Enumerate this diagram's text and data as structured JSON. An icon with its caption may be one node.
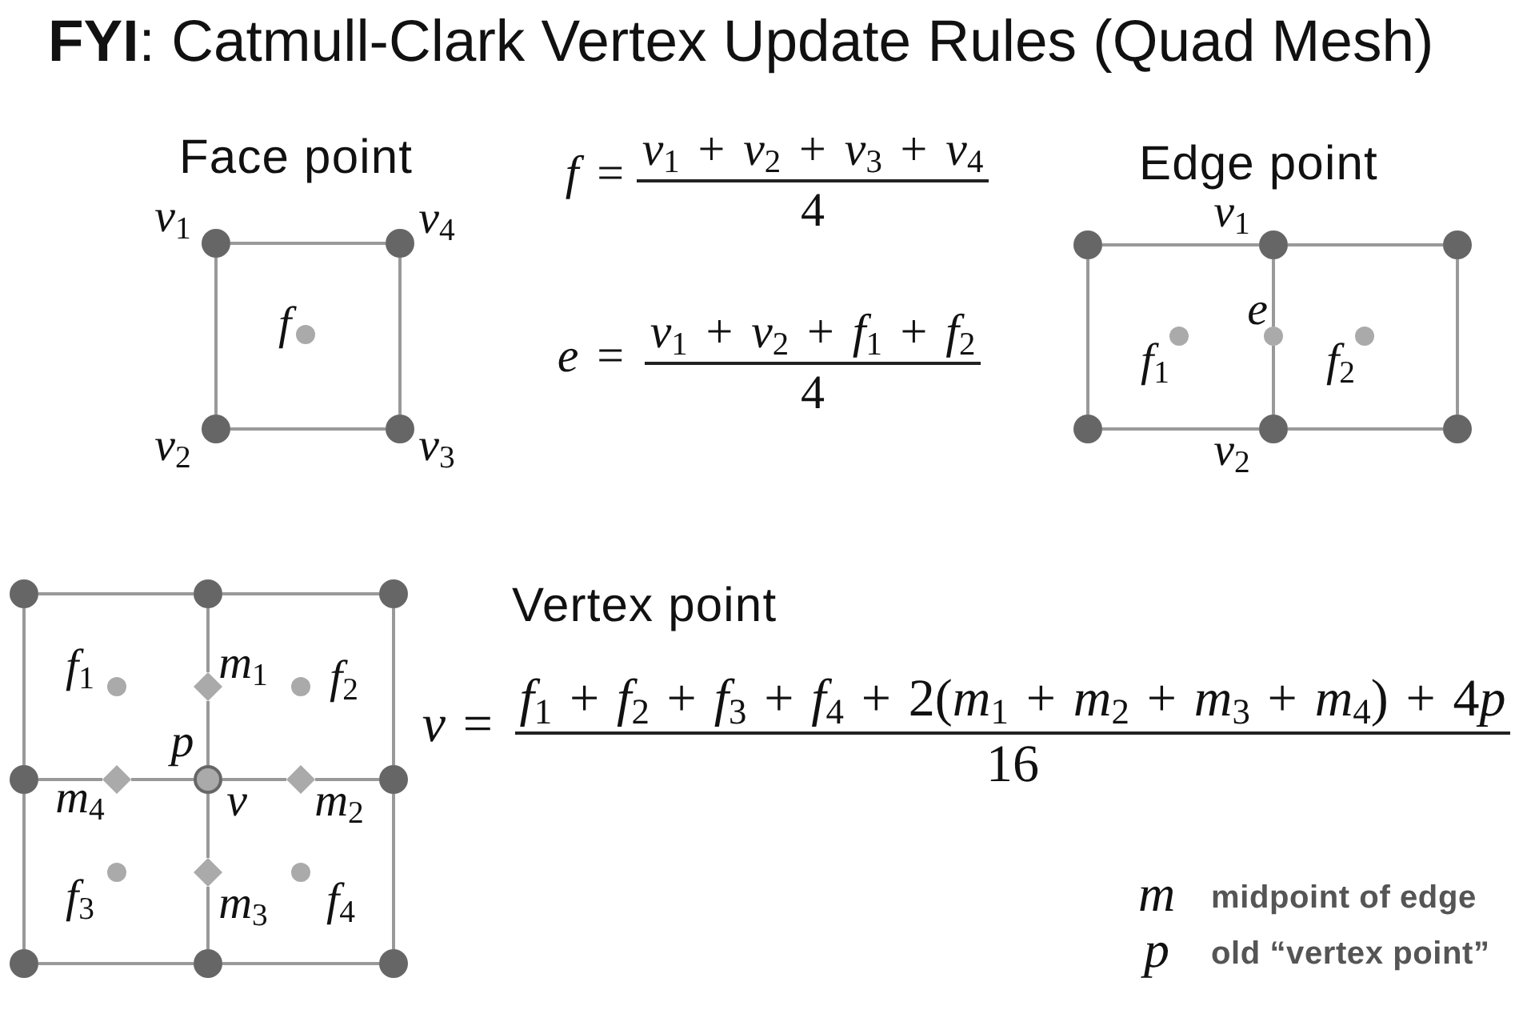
{
  "diagram": {
    "title": "**FYI**: Catmull-Clark Vertex Update Rules (Quad Mesh)",
    "nodes": [
      {
        "text": [],
        "shape": "circle",
        "beside": [
          "v$_{1}$"
        ]
      },
      {
        "text": [],
        "shape": "circle",
        "beside": [
          "v$_{4}$"
        ]
      },
      {
        "text": [],
        "shape": "circle",
        "beside": [
          "f"
        ]
      },
      {
        "text": [],
        "shape": "circle",
        "beside": [
          "v$_{2}$"
        ]
      },
      {
        "text": [],
        "shape": "circle",
        "beside": [
          "v$_{3}$"
        ]
      },
      {
        "text": [],
        "shape": "circle"
      },
      {
        "text": [],
        "shape": "circle",
        "beside": [
          "v$_{1}$"
        ]
      },
      {
        "text": [],
        "shape": "circle"
      },
      {
        "text": [],
        "shape": "circle",
        "beside": [
          "f$_{1}$"
        ]
      },
      {
        "text": [],
        "shape": "circle",
        "beside": [
          "e"
        ]
      },
      {
        "text": [],
        "shape": "circle",
        "beside": [
          "f$_{2}$"
        ]
      },
      {
        "text": [],
        "shape": "circle"
      },
      {
        "text": [],
        "shape": "circle",
        "beside": [
          "v$_{2}$"
        ]
      },
      {
        "text": [],
        "shape": "circle"
      },
      {
        "text": [],
        "shape": "circle"
      },
      {
        "text": [],
        "shape": "circle"
      },
      {
        "text": [],
        "shape": "circle"
      },
      {
        "text": [],
        "shape": "circle",
        "beside": [
          "f$_{1}$"
        ]
      },
      {
        "text": [],
        "shape": "diamond",
        "beside": [
          "m$_{1}$"
        ]
      },
      {
        "text": [],
        "shape": "circle",
        "beside": [
          "f$_{2}$"
        ]
      },
      {
        "text": [],
        "shape": "circle"
      },
      {
        "text": [],
        "shape": "diamond",
        "beside": [
          "m$_{4}$"
        ]
      },
      {
        "text": [],
        "shape": "circle",
        "beside": [
          "p",
          "v"
        ]
      },
      {
        "text": [],
        "shape": "diamond",
        "beside": [
          "m$_{2}$"
        ]
      },
      {
        "text": [],
        "shape": "circle"
      },
      {
        "text": [],
        "shape": "circle",
        "beside": [
          "f$_{3}$"
        ]
      },
      {
        "text": [],
        "shape": "diamond",
        "beside": [
          "m$_{3}$"
        ]
      },
      {
        "text": [],
        "shape": "circle",
        "beside": [
          "f$_{4}$"
        ]
      },
      {
        "text": [],
        "shape": "circle"
      },
      {
        "text": [],
        "shape": "circle"
      },
      {
        "text": [],
        "shape": "circle"
      }
    ],
    "edges": [
      {
        "from": 0,
        "to": 1,
        "arrow": "none"
      },
      {
        "from": 1,
        "to": 4,
        "arrow": "none"
      },
      {
        "from": 3,
        "to": 4,
        "arrow": "none"
      },
      {
        "from": 0,
        "to": 3,
        "arrow": "none"
      },
      {
        "from": 5,
        "to": 6,
        "arrow": "none"
      },
      {
        "from": 6,
        "to": 7,
        "arrow": "none"
      },
      {
        "from": 11,
        "to": 12,
        "arrow": "none"
      },
      {
        "from": 12,
        "to": 13,
        "arrow": "none"
      },
      {
        "from": 5,
        "to": 11,
        "arrow": "none"
      },
      {
        "from": 6,
        "to": 9,
        "arrow": "none"
      },
      {
        "from": 9,
        "to": 12,
        "arrow": "none"
      },
      {
        "from": 7,
        "to": 13,
        "arrow": "none"
      },
      {
        "from": 14,
        "to": 15,
        "arrow": "none"
      },
      {
        "from": 15,
        "to": 16,
        "arrow": "none"
      },
      {
        "from": 28,
        "to": 29,
        "arrow": "none"
      },
      {
        "from": 29,
        "to": 30,
        "arrow": "none"
      },
      {
        "from": 14,
        "to": 20,
        "arrow": "none"
      },
      {
        "from": 20,
        "to": 28,
        "arrow": "none"
      },
      {
        "from": 16,
        "to": 24,
        "arrow": "none"
      },
      {
        "from": 24,
        "to": 30,
        "arrow": "none"
      },
      {
        "from": 15,
        "to": 18,
        "arrow": "none"
      },
      {
        "from": 18,
        "to": 22,
        "arrow": "none"
      },
      {
        "from": 22,
        "to": 26,
        "arrow": "none"
      },
      {
        "from": 26,
        "to": 29,
        "arrow": "none"
      },
      {
        "from": 20,
        "to": 21,
        "arrow": "none"
      },
      {
        "from": 21,
        "to": 22,
        "arrow": "none"
      },
      {
        "from": 22,
        "to": 23,
        "arrow": "none"
      },
      {
        "from": 23,
        "to": 24,
        "arrow": "none"
      }
    ],
    "labels": [
      "Face point",
      "f =",
      "v$_{1}$ + v$_{2}$ + v$_{3}$ + v$_{4}$",
      "4",
      "Edge point",
      "e =",
      "v$_{1}$ + v$_{2}$ + f$_{1}$ + f$_{2}$",
      "4",
      "Vertex point",
      "v =",
      "f$_{1}$ + f$_{2}$ + f$_{3}$ + f$_{4}$ + 2(m$_{1}$ + m$_{2}$ + m$_{3}$ + m$_{4}$) + 4p",
      "16",
      "m",
      "midpoint of edge",
      "p",
      "old “vertex point”"
    ]
  }
}
